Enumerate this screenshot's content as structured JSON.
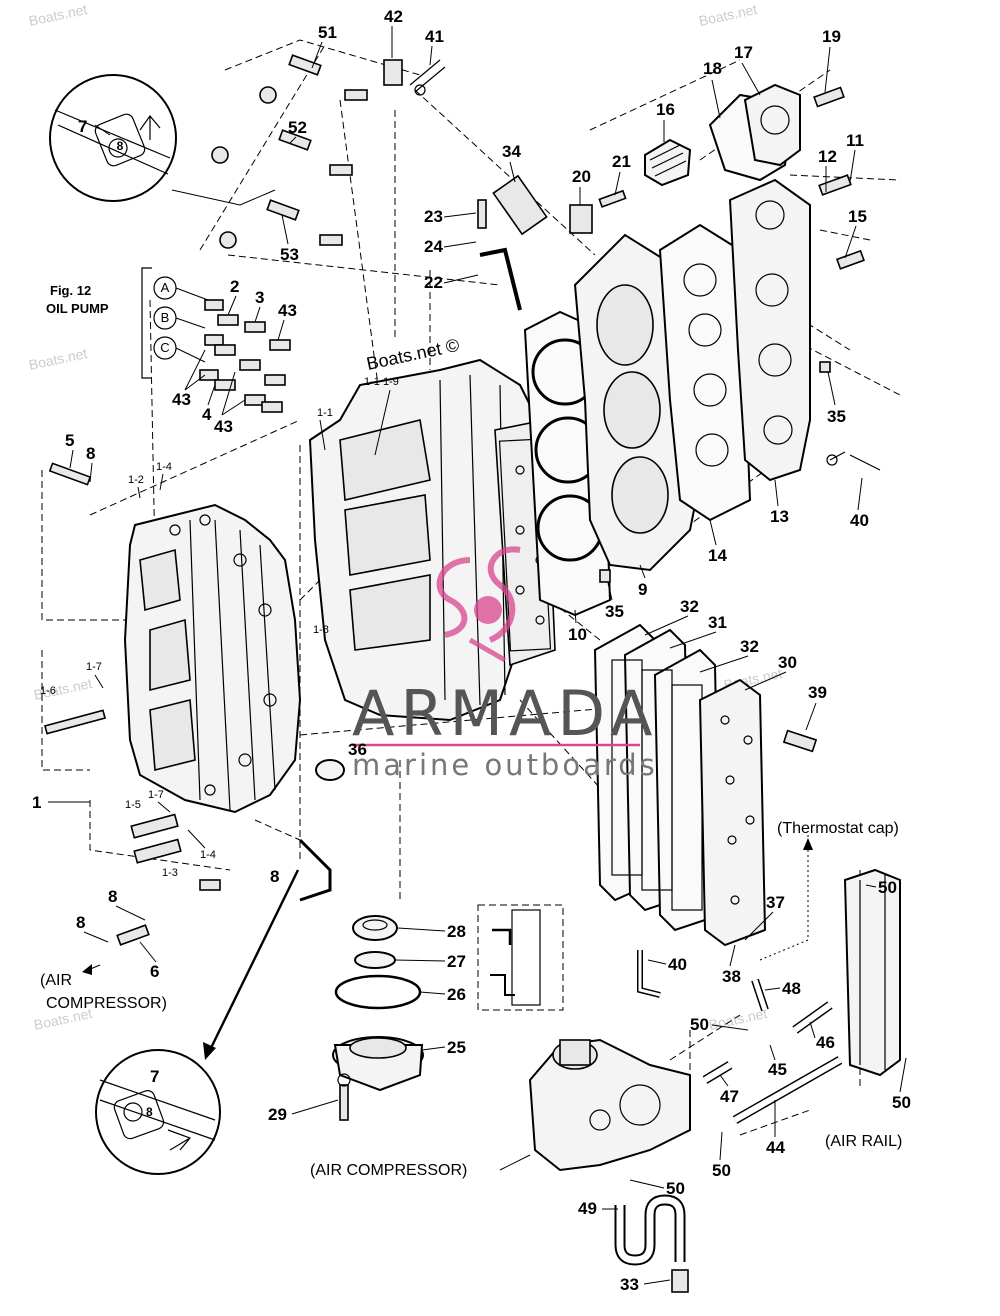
{
  "watermarks": {
    "site": "Boats.net",
    "site_copyright": "Boats.net ©",
    "brand": "ARMADA",
    "brand_sub": "marine outboards"
  },
  "figure_ref": {
    "line1": "Fig. 12",
    "line2": "OIL PUMP"
  },
  "circled_letters": [
    "A",
    "B",
    "C"
  ],
  "captions": {
    "air_compressor_left_1": "(AIR",
    "air_compressor_left_2": "COMPRESSOR)",
    "air_compressor_bottom": "(AIR COMPRESSOR)",
    "air_rail": "(AIR RAIL)",
    "thermostat_cap": "(Thermostat cap)"
  },
  "part_numbers": [
    "51",
    "42",
    "41",
    "19",
    "17",
    "18",
    "16",
    "11",
    "12",
    "15",
    "7",
    "52",
    "53",
    "34",
    "21",
    "20",
    "23",
    "24",
    "22",
    "2",
    "3",
    "43",
    "43",
    "4",
    "43",
    "35",
    "40",
    "13",
    "14",
    "9",
    "10",
    "35",
    "5",
    "8",
    "1-2",
    "1-4",
    "1-1",
    "1-9",
    "1-1",
    "1-8",
    "1-7",
    "1-6",
    "32",
    "31",
    "32",
    "30",
    "39",
    "36",
    "1",
    "1-7",
    "1-5",
    "1-4",
    "1-3",
    "8",
    "8",
    "8",
    "6",
    "28",
    "27",
    "26",
    "25",
    "29",
    "37",
    "38",
    "40",
    "48",
    "50",
    "50",
    "46",
    "45",
    "47",
    "44",
    "50",
    "49",
    "33",
    "50",
    "50",
    "7"
  ]
}
